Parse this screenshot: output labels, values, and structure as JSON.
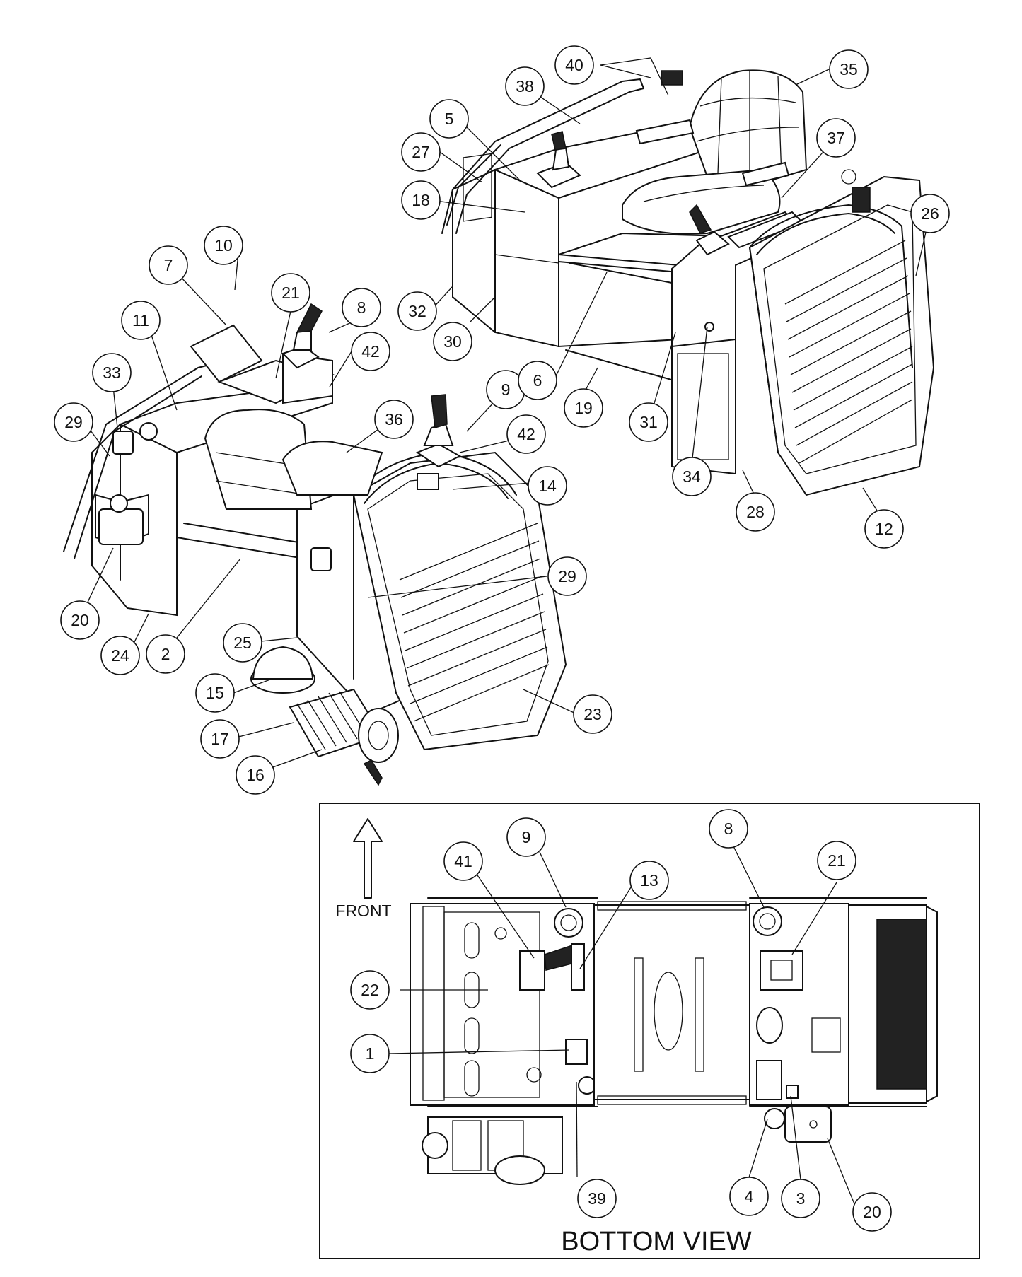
{
  "diagram": {
    "bottom_view_label": "BOTTOM VIEW",
    "front_label": "FRONT",
    "callouts": [
      {
        "id": "c40",
        "num": "40"
      },
      {
        "id": "c35",
        "num": "35"
      },
      {
        "id": "c38",
        "num": "38"
      },
      {
        "id": "c5",
        "num": "5"
      },
      {
        "id": "c37",
        "num": "37"
      },
      {
        "id": "c27",
        "num": "27"
      },
      {
        "id": "c18",
        "num": "18"
      },
      {
        "id": "c26",
        "num": "26"
      },
      {
        "id": "c10",
        "num": "10"
      },
      {
        "id": "c7",
        "num": "7"
      },
      {
        "id": "c21a",
        "num": "21"
      },
      {
        "id": "c8a",
        "num": "8"
      },
      {
        "id": "c11",
        "num": "11"
      },
      {
        "id": "c32",
        "num": "32"
      },
      {
        "id": "c42a",
        "num": "42"
      },
      {
        "id": "c30",
        "num": "30"
      },
      {
        "id": "c33",
        "num": "33"
      },
      {
        "id": "c9a",
        "num": "9"
      },
      {
        "id": "c6",
        "num": "6"
      },
      {
        "id": "c19",
        "num": "19"
      },
      {
        "id": "c31",
        "num": "31"
      },
      {
        "id": "c29a",
        "num": "29"
      },
      {
        "id": "c36",
        "num": "36"
      },
      {
        "id": "c42b",
        "num": "42"
      },
      {
        "id": "c34",
        "num": "34"
      },
      {
        "id": "c14",
        "num": "14"
      },
      {
        "id": "c28",
        "num": "28"
      },
      {
        "id": "c12",
        "num": "12"
      },
      {
        "id": "c29b",
        "num": "29"
      },
      {
        "id": "c20a",
        "num": "20"
      },
      {
        "id": "c24",
        "num": "24"
      },
      {
        "id": "c2",
        "num": "2"
      },
      {
        "id": "c25",
        "num": "25"
      },
      {
        "id": "c15",
        "num": "15"
      },
      {
        "id": "c23",
        "num": "23"
      },
      {
        "id": "c17",
        "num": "17"
      },
      {
        "id": "c16",
        "num": "16"
      },
      {
        "id": "c9b",
        "num": "9"
      },
      {
        "id": "c8b",
        "num": "8"
      },
      {
        "id": "c41",
        "num": "41"
      },
      {
        "id": "c13",
        "num": "13"
      },
      {
        "id": "c21b",
        "num": "21"
      },
      {
        "id": "c22",
        "num": "22"
      },
      {
        "id": "c1",
        "num": "1"
      },
      {
        "id": "c39",
        "num": "39"
      },
      {
        "id": "c4",
        "num": "4"
      },
      {
        "id": "c3",
        "num": "3"
      },
      {
        "id": "c20b",
        "num": "20"
      }
    ]
  }
}
